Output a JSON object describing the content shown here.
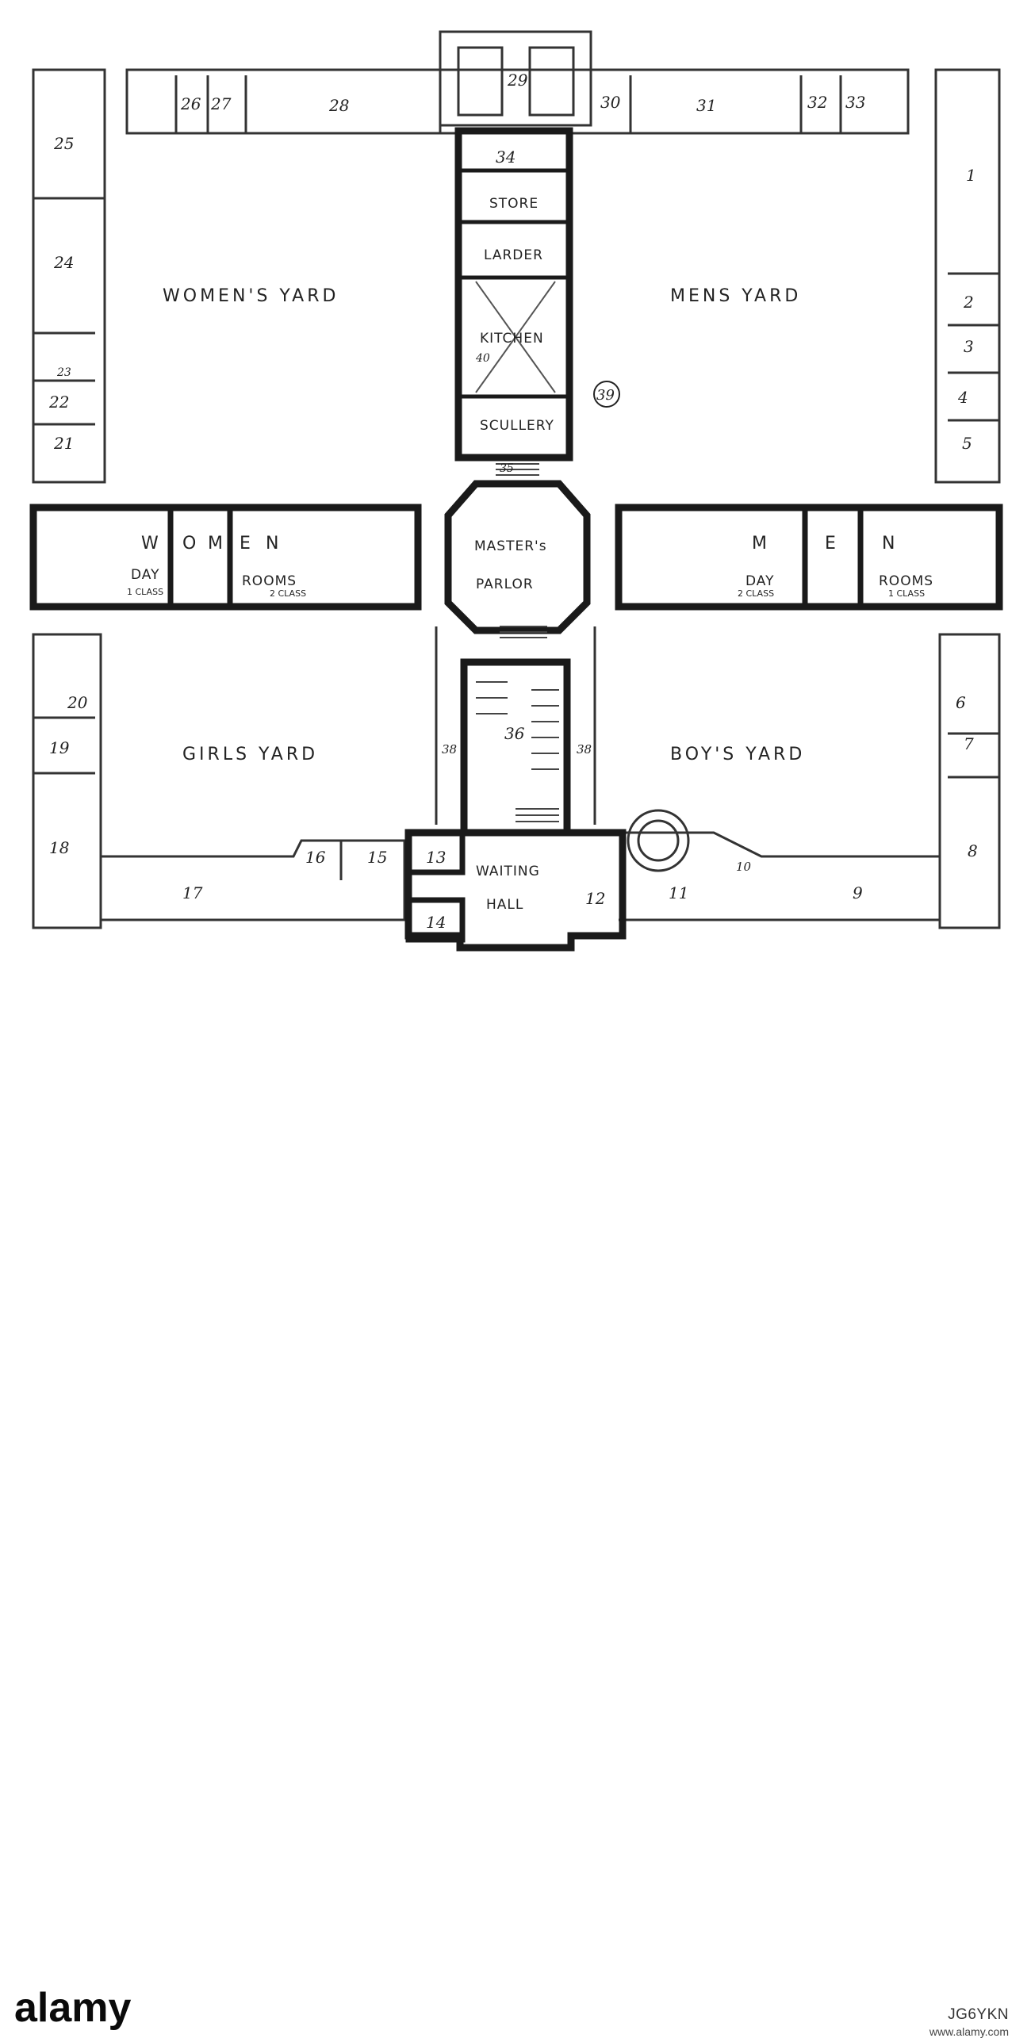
{
  "yards": {
    "womens": "WOMEN'S YARD",
    "mens": "MENS YARD",
    "girls": "GIRLS YARD",
    "boys": "BOY'S YARD"
  },
  "central_block": {
    "top_room": "34",
    "store": "STORE",
    "larder": "LARDER",
    "kitchen": "KITCHEN",
    "kitchen_num": "40",
    "scullery": "SCULLERY",
    "passage": "35",
    "marker": "39"
  },
  "parlor": {
    "line1": "MASTER's",
    "line2": "PARLOR"
  },
  "women_wing": {
    "letters": [
      "W",
      "O",
      "M",
      "E",
      "N"
    ],
    "day": "DAY",
    "rooms": "ROOMS",
    "class1": "1 CLASS",
    "class2": "2 CLASS"
  },
  "men_wing": {
    "letters": [
      "M",
      "E",
      "N"
    ],
    "day": "DAY",
    "rooms": "ROOMS",
    "class2": "2 CLASS",
    "class1": "1 CLASS"
  },
  "waiting_hall": {
    "line1": "WAITING",
    "line2": "HALL"
  },
  "room_numbers": {
    "n1": "1",
    "n2": "2",
    "n3": "3",
    "n4": "4",
    "n5": "5",
    "n6": "6",
    "n7": "7",
    "n8": "8",
    "n9": "9",
    "n10": "10",
    "n11": "11",
    "n12": "12",
    "n13": "13",
    "n14": "14",
    "n15": "15",
    "n16": "16",
    "n17": "17",
    "n18": "18",
    "n19": "19",
    "n20": "20",
    "n21": "21",
    "n22": "22",
    "n23": "23",
    "n24": "24",
    "n25": "25",
    "n26": "26",
    "n27": "27",
    "n28": "28",
    "n29": "29",
    "n30": "30",
    "n31": "31",
    "n32": "32",
    "n33": "33",
    "n36": "36",
    "n38a": "38",
    "n38b": "38"
  },
  "footer": {
    "brand": "alamy",
    "code": "JG6YKN",
    "url": "www.alamy.com"
  },
  "colors": {
    "ink": "#222222",
    "wall": "#1a1a1a",
    "paper": "#ffffff"
  }
}
